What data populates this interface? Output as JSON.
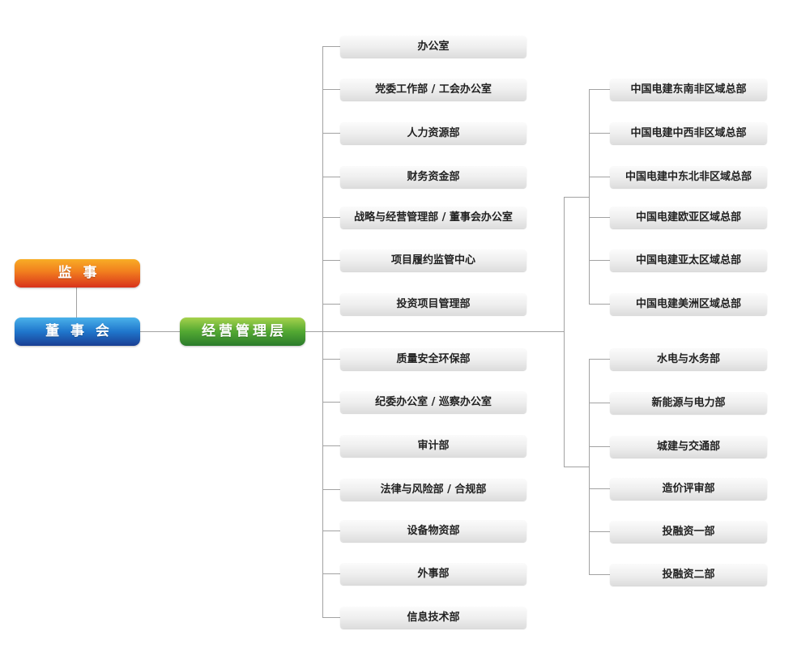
{
  "top_nodes": {
    "supervisor": "监 事",
    "board": "董 事 会",
    "management": "经营管理层"
  },
  "departments": [
    "办公室",
    "党委工作部 / 工会办公室",
    "人力资源部",
    "财务资金部",
    "战略与经营管理部 / 董事会办公室",
    "项目履约监管中心",
    "投资项目管理部",
    "质量安全环保部",
    "纪委办公室 / 巡察办公室",
    "审计部",
    "法律与风险部 / 合规部",
    "设备物资部",
    "外事部",
    "信息技术部"
  ],
  "regional_hq": [
    "中国电建东南非区域总部",
    "中国电建中西非区域总部",
    "中国电建中东北非区域总部",
    "中国电建欧亚区域总部",
    "中国电建亚太区域总部",
    "中国电建美洲区域总部"
  ],
  "business_units": [
    "水电与水务部",
    "新能源与电力部",
    "城建与交通部",
    "造价评审部",
    "投融资一部",
    "投融资二部"
  ],
  "colors": {
    "supervisor": "#f17d1e",
    "board": "#1f76cc",
    "management": "#52a832",
    "connector": "#a2a2a2",
    "node_bg": "#efefef"
  }
}
